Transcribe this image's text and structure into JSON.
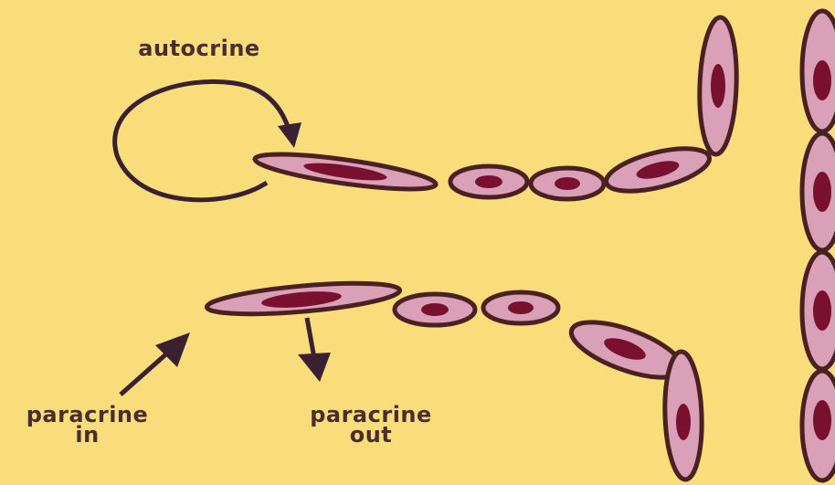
{
  "labels": {
    "autocrine": "autocrine",
    "paracrine_in_line1": "paracrine",
    "paracrine_in_line2": "in",
    "paracrine_out_line1": "paracrine",
    "paracrine_out_line2": "out"
  },
  "colors": {
    "background": "#f8dd7a",
    "cell_fill": "#d9a0b8",
    "cell_outline": "#4a2020",
    "nucleus": "#7a1030",
    "arrow": "#3a2030",
    "text": "#4a2d2d"
  }
}
